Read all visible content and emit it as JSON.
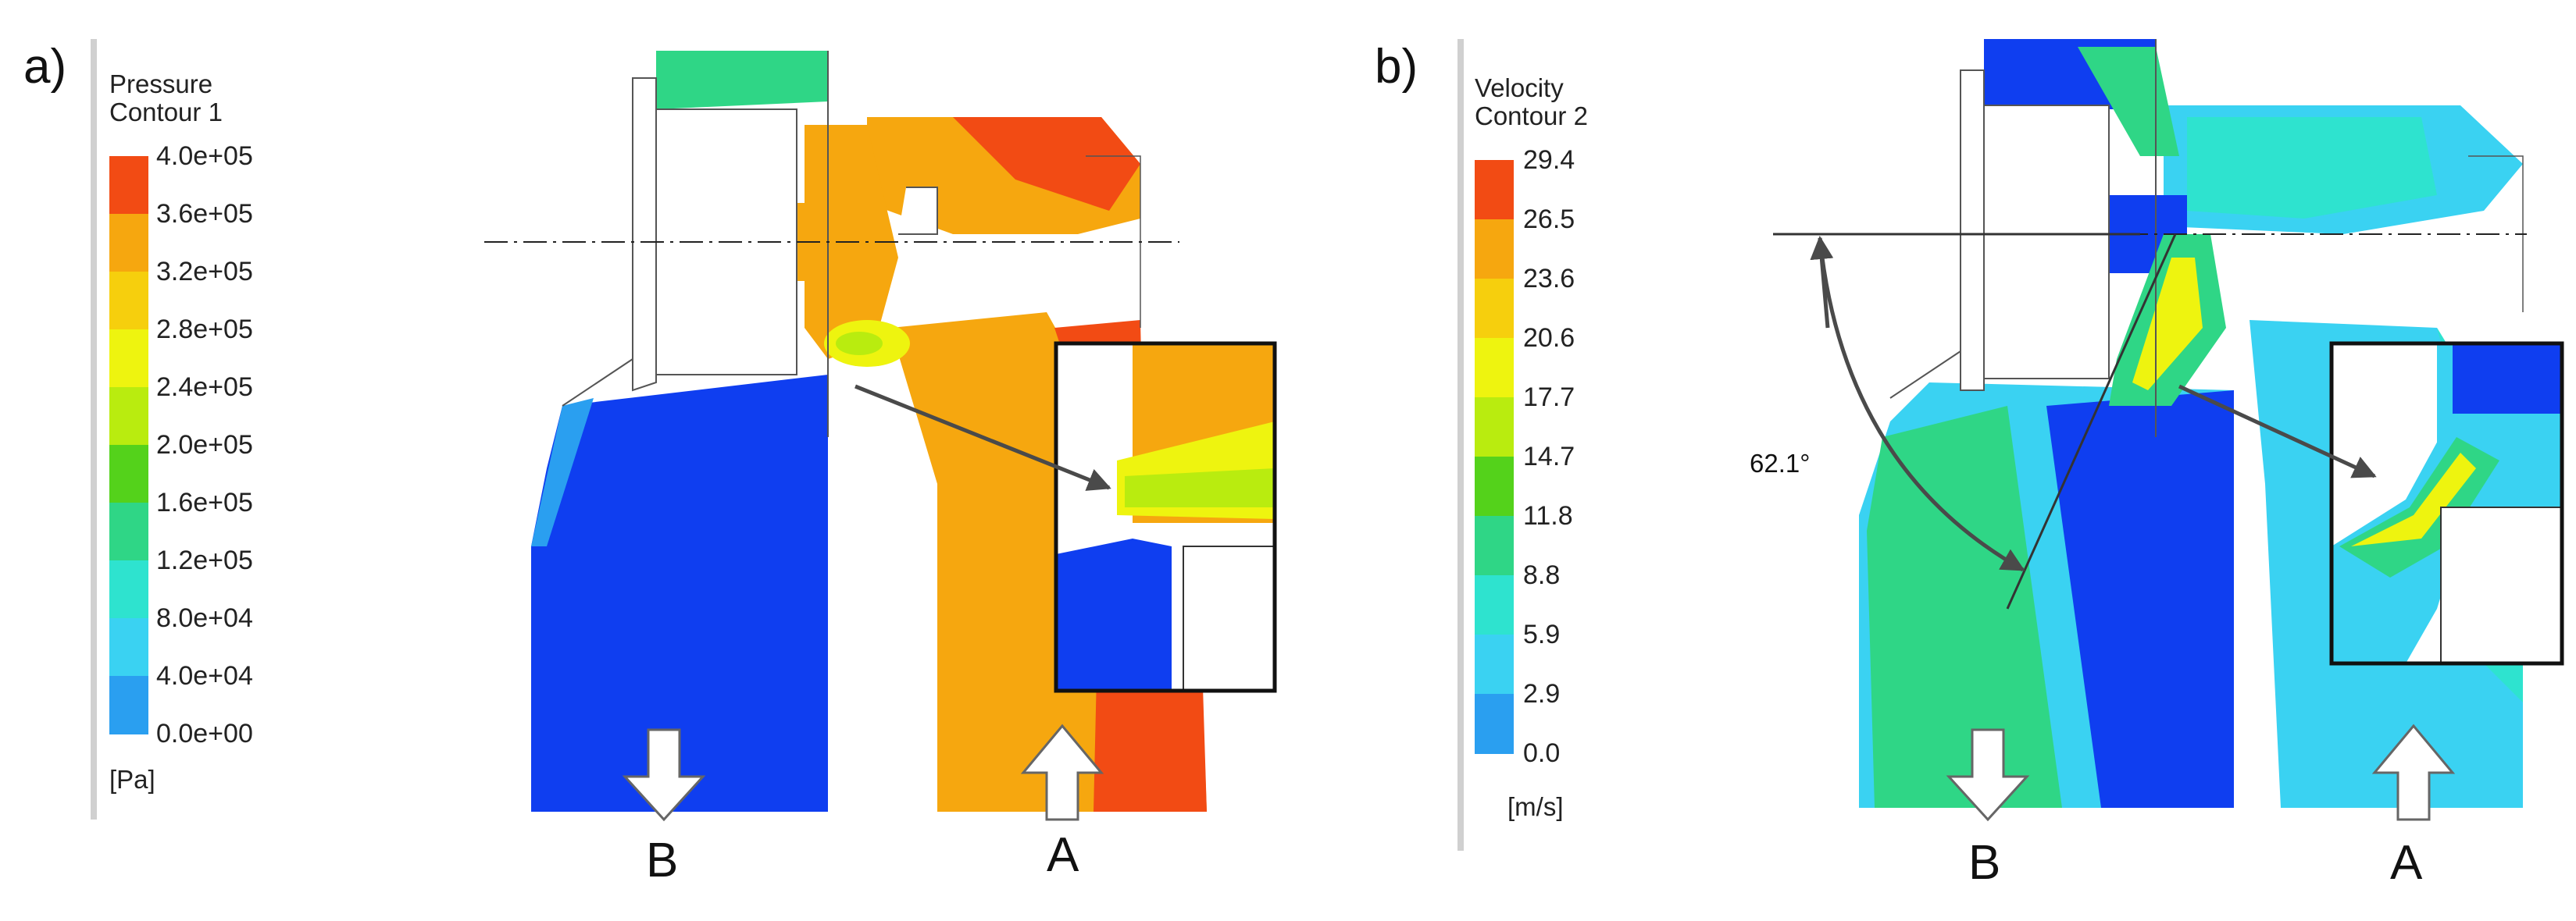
{
  "panels": [
    {
      "id": "a",
      "label": "a)",
      "legend": {
        "title_line1": "Pressure",
        "title_line2": "Contour 1",
        "unit": "[Pa]",
        "ticks": [
          "4.0e+05",
          "3.6e+05",
          "3.2e+05",
          "2.8e+05",
          "2.4e+05",
          "2.0e+05",
          "1.6e+05",
          "1.2e+05",
          "8.0e+04",
          "4.0e+04",
          "0.0e+00"
        ],
        "colors": [
          "#f24b14",
          "#f6a70f",
          "#f6cf0d",
          "#eef40f",
          "#b9ec0f",
          "#54d21b",
          "#2fd686",
          "#2ee3cf",
          "#3ad2f2",
          "#2a9ff0",
          "#0f3ef0"
        ]
      },
      "ports": {
        "left": "B",
        "right": "A"
      }
    },
    {
      "id": "b",
      "label": "b)",
      "legend": {
        "title_line1": "Velocity",
        "title_line2": "Contour 2",
        "unit": "[m/s]",
        "ticks": [
          "29.4",
          "26.5",
          "23.6",
          "20.6",
          "17.7",
          "14.7",
          "11.8",
          "8.8",
          "5.9",
          "2.9",
          "0.0"
        ],
        "colors": [
          "#f24b14",
          "#f6a70f",
          "#f6cf0d",
          "#eef40f",
          "#b9ec0f",
          "#54d21b",
          "#2fd686",
          "#2ee3cf",
          "#3ad2f2",
          "#2a9ff0",
          "#0f3ef0"
        ]
      },
      "ports": {
        "left": "B",
        "right": "A"
      },
      "angle": "62.1°"
    }
  ]
}
